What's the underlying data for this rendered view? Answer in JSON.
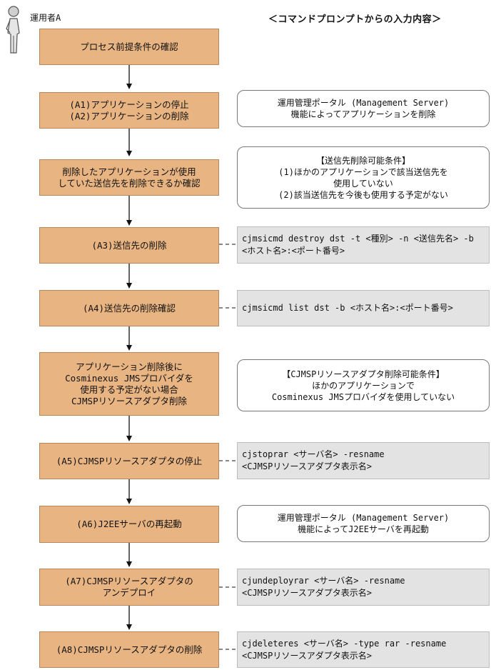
{
  "operator": {
    "label": "運用者A",
    "icon": "person-icon"
  },
  "header": "＜コマンドプロンプトからの入力内容＞",
  "steps": [
    {
      "lines": [
        "プロセス前提条件の確認"
      ]
    },
    {
      "lines": [
        "(A1)アプリケーションの停止",
        "(A2)アプリケーションの削除"
      ]
    },
    {
      "lines": [
        "削除したアプリケーションが使用",
        "していた送信先を削除できるか確認"
      ]
    },
    {
      "lines": [
        "(A3)送信先の削除"
      ]
    },
    {
      "lines": [
        "(A4)送信先の削除確認"
      ]
    },
    {
      "lines": [
        "アプリケーション削除後に",
        "Cosminexus JMSプロバイダを",
        "使用する予定がない場合",
        "CJMSPリソースアダプタ削除"
      ]
    },
    {
      "lines": [
        "(A5)CJMSPリソースアダプタの停止"
      ]
    },
    {
      "lines": [
        "(A6)J2EEサーバの再起動"
      ]
    },
    {
      "lines": [
        "(A7)CJMSPリソースアダプタの",
        "アンデプロイ"
      ]
    },
    {
      "lines": [
        "(A8)CJMSPリソースアダプタの削除"
      ]
    }
  ],
  "notes": [
    {
      "lines": [
        "運用管理ポータル (Management Server)",
        "機能によってアプリケーションを削除"
      ]
    },
    {
      "lines": [
        "【送信先削除可能条件】",
        "(1)ほかのアプリケーションで該当送信先を",
        "使用していない",
        "(2)該当送信先を今後も使用する予定がない"
      ]
    },
    {
      "lines": [
        "【CJMSPリソースアダプタ削除可能条件】",
        "ほかのアプリケーションで",
        "Cosminexus JMSプロバイダを使用していない"
      ]
    },
    {
      "lines": [
        "運用管理ポータル (Management Server)",
        "機能によってJ2EEサーバを再起動"
      ]
    }
  ],
  "commands": [
    {
      "lines": [
        "cjmsicmd destroy dst -t <種別> -n <送信先名> -b",
        "<ホスト名>:<ポート番号>"
      ]
    },
    {
      "lines": [
        "cjmsicmd list dst -b <ホスト名>:<ポート番号>"
      ]
    },
    {
      "lines": [
        "cjstoprar <サーバ名> -resname",
        "<CJMSPリソースアダプタ表示名>"
      ]
    },
    {
      "lines": [
        "cjundeployrar <サーバ名> -resname",
        "<CJMSPリソースアダプタ表示名>"
      ]
    },
    {
      "lines": [
        "cjdeleteres <サーバ名> -type rar -resname",
        "<CJMSPリソースアダプタ表示名>"
      ]
    }
  ],
  "colors": {
    "step_fill": "#e8b482",
    "command_fill": "#e3e3e3",
    "note_border": "#777777"
  }
}
